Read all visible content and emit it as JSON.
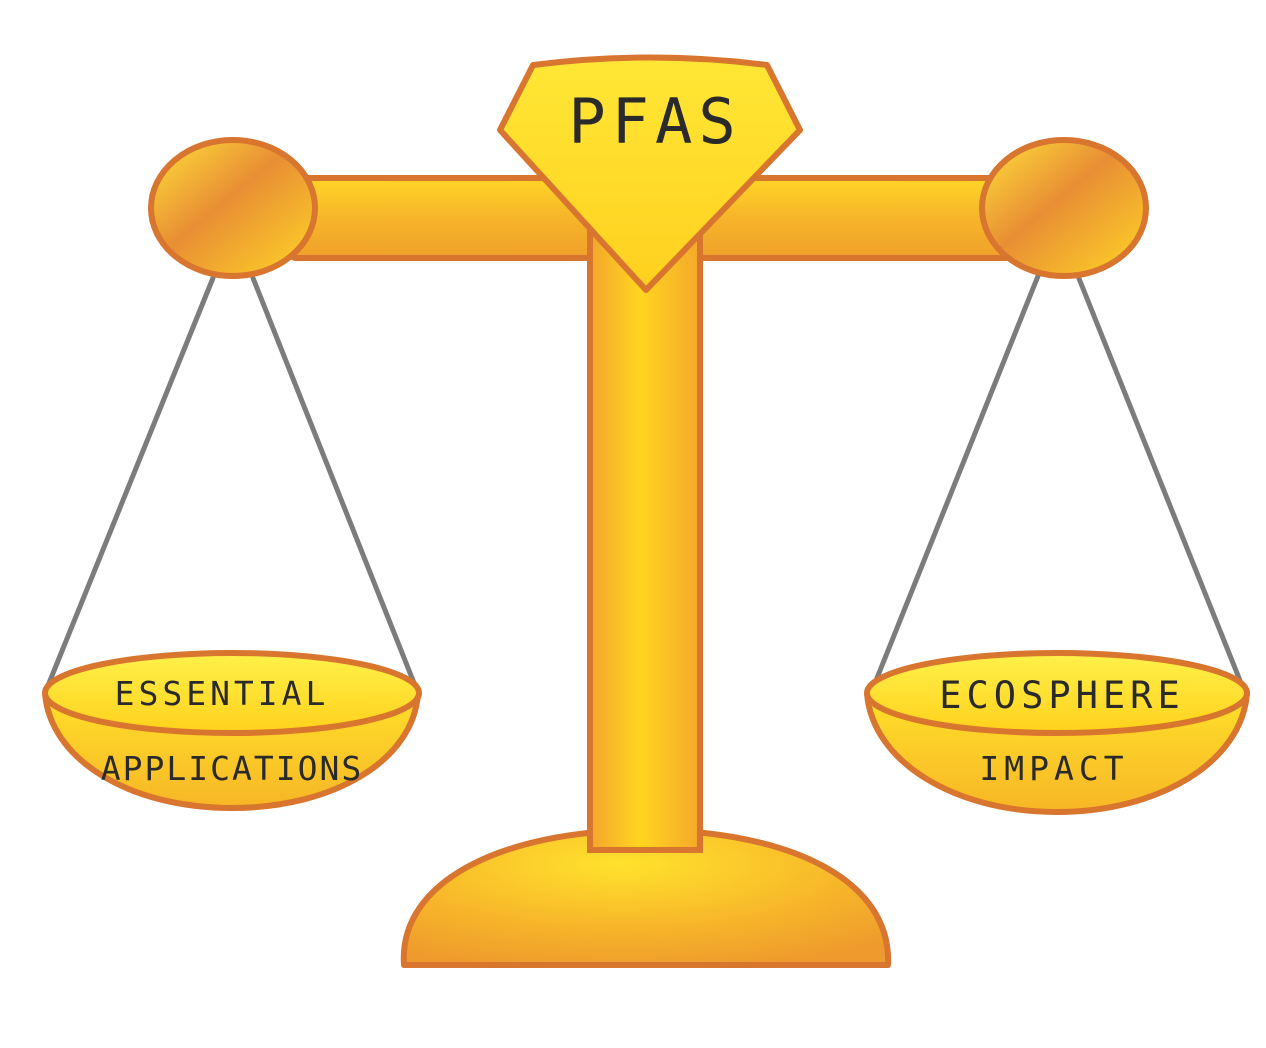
{
  "diagram": {
    "pivot_label": "PFAS",
    "left_pan": {
      "line1": "ESSENTIAL",
      "line2": "APPLICATIONS"
    },
    "right_pan": {
      "line1": "ECOSPHERE",
      "line2": "IMPACT"
    }
  },
  "colors": {
    "gold_light": "#FFF04A",
    "gold_mid": "#FFD21E",
    "gold_dark": "#F0A22A",
    "outline": "#D8752E",
    "string": "#7C7C7C",
    "text": "#2a2a2a",
    "background": "#ffffff"
  }
}
